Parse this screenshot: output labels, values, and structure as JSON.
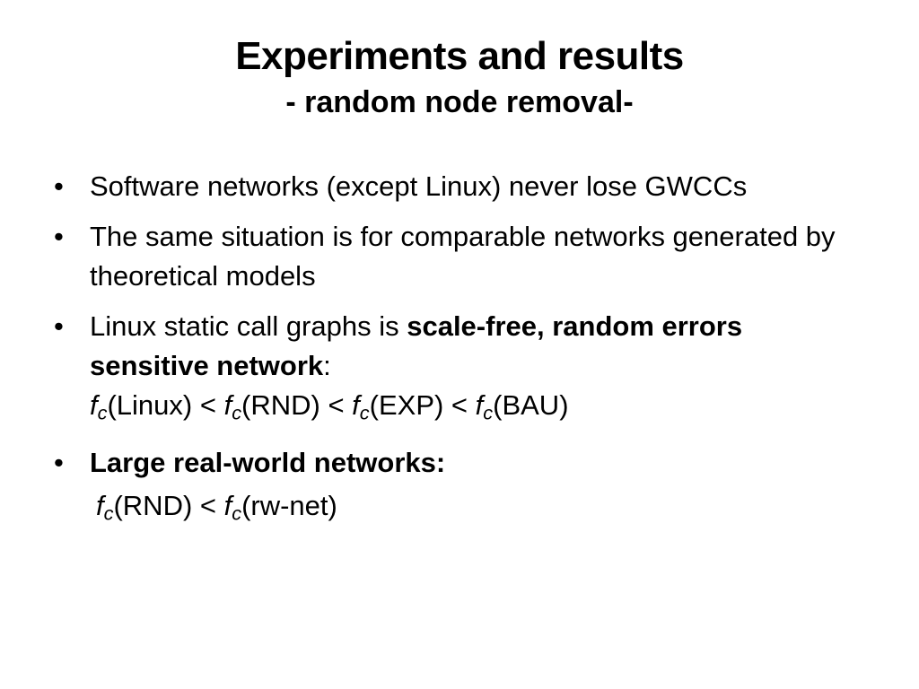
{
  "title": {
    "main": "Experiments and results",
    "sub": "- random node removal-"
  },
  "bullets": [
    {
      "glyph": "•",
      "line1": "Software networks (except Linux) never lose GWCCs"
    },
    {
      "glyph": "•",
      "line1": "The same situation is for comparable networks generated by theoretical models"
    },
    {
      "glyph": "•",
      "lead": "Linux static call graphs is ",
      "bold": "scale-free, random errors sensitive network",
      "trail": ":",
      "formula": {
        "f": "f",
        "sub": "c",
        "t1": "(Linux) < ",
        "t2": "(RND) < ",
        "t3": "(EXP) < ",
        "t4": "(BAU)"
      }
    },
    {
      "glyph": "•",
      "bold": "Large real-world networks:"
    }
  ],
  "final_formula": {
    "f": "f",
    "sub": "c",
    "t1": "(RND) < ",
    "t2": "(rw-net)"
  }
}
